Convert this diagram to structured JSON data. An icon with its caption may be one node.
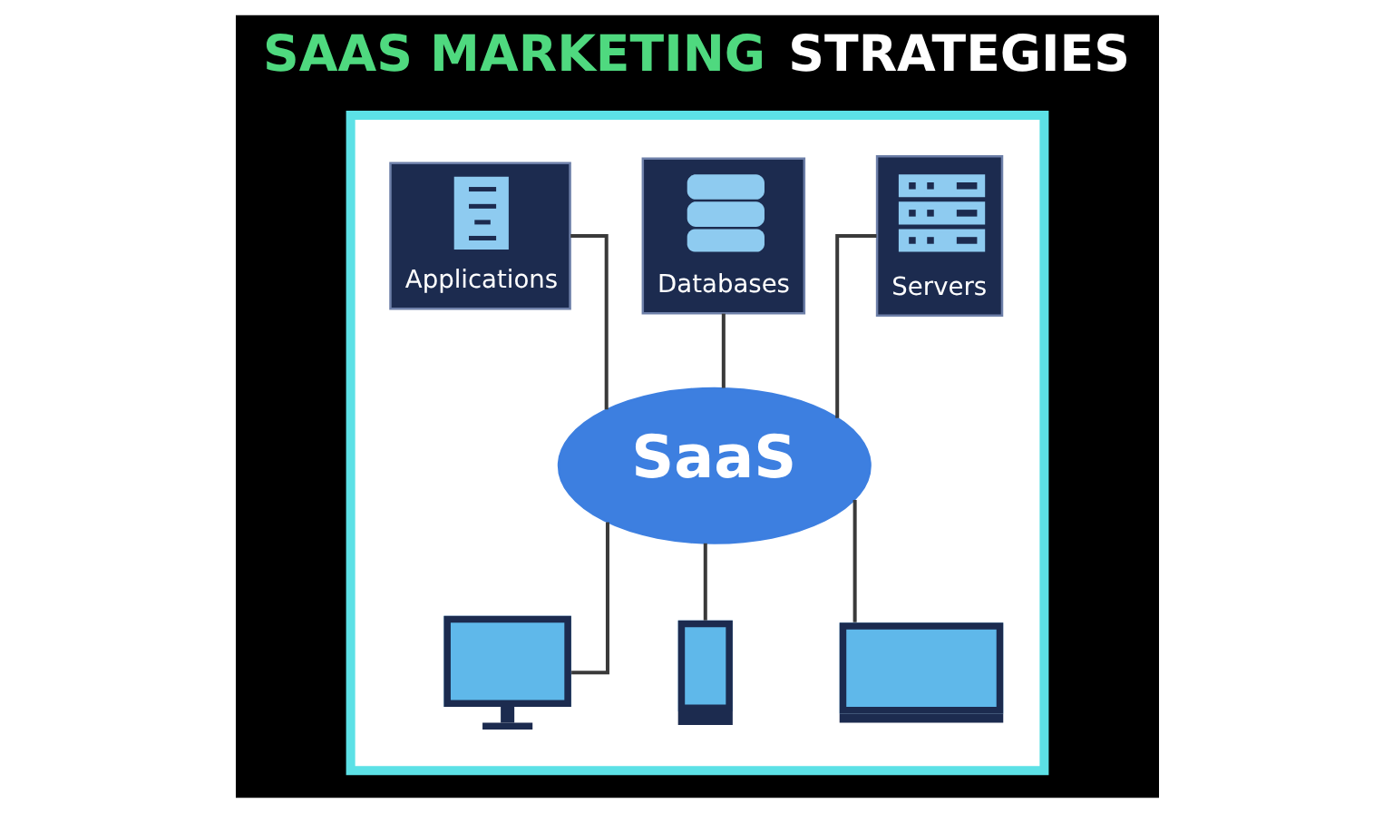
{
  "diagram": {
    "title": "SAAS MARKETING STRATEGIES",
    "nodes": [
      {
        "text": [],
        "shape": "box"
      },
      {
        "text": [
          "Applications"
        ],
        "in": 0
      },
      {
        "text": [
          "Databases"
        ],
        "in": 0
      },
      {
        "text": [
          "Servers"
        ],
        "in": 0
      },
      {
        "text": [
          "SaaS"
        ],
        "in": 0
      },
      {
        "text": [],
        "shape": "monitor",
        "in": 0
      },
      {
        "text": [],
        "shape": "phone",
        "in": 0
      },
      {
        "text": [],
        "shape": "laptop",
        "in": 0
      }
    ],
    "edges": [
      {
        "from": 1,
        "to": 4,
        "arrow": "none"
      },
      {
        "from": 2,
        "to": 4,
        "arrow": "none"
      },
      {
        "from": 3,
        "to": 4,
        "arrow": "none"
      },
      {
        "from": 4,
        "to": 5,
        "arrow": "none"
      },
      {
        "from": 4,
        "to": 6,
        "arrow": "none"
      },
      {
        "from": 4,
        "to": 7,
        "arrow": "none"
      }
    ]
  }
}
